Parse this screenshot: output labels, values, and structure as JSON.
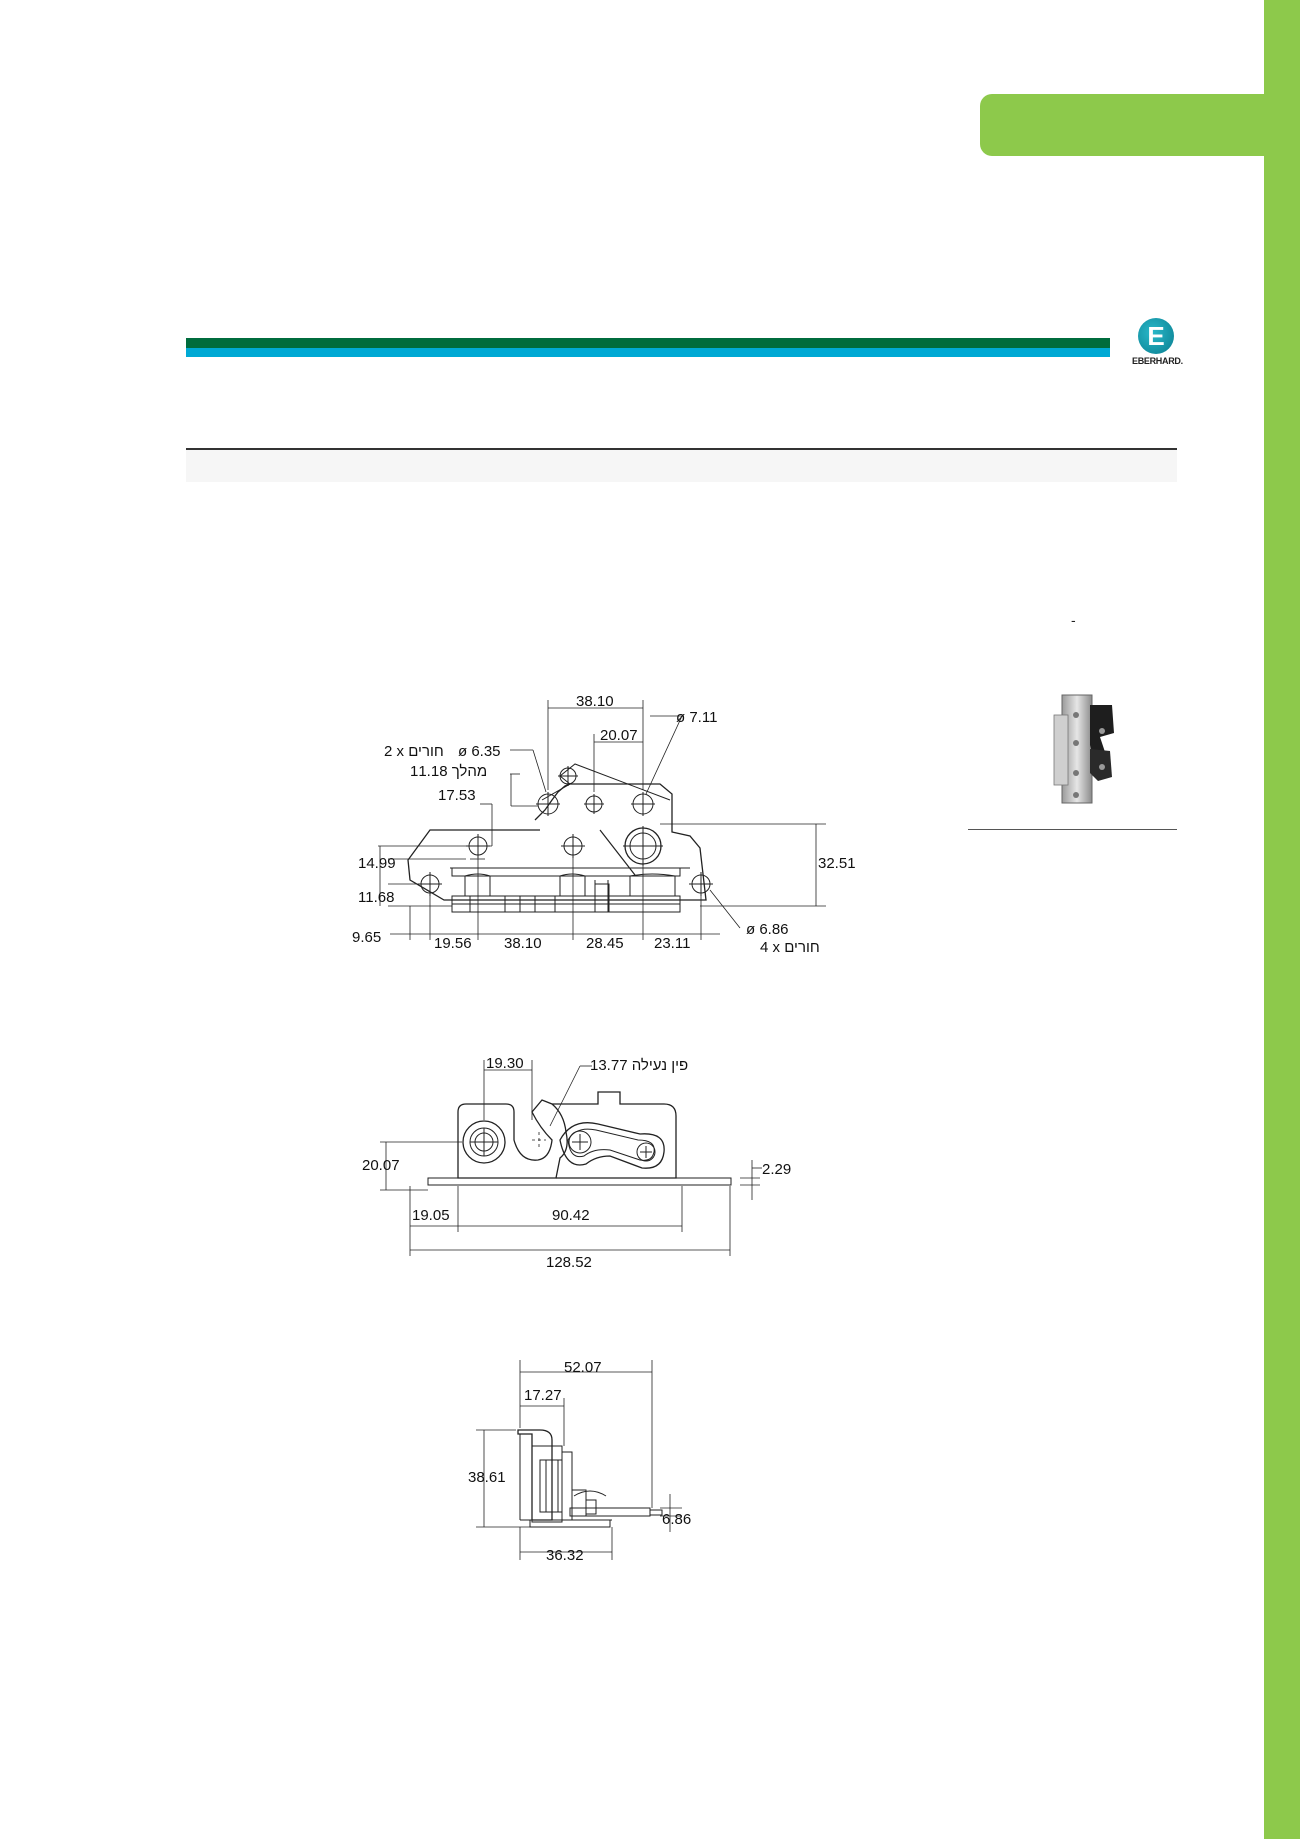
{
  "logo": {
    "letter": "E",
    "text": "EBERHARD."
  },
  "side_note": "-",
  "colors": {
    "accent_green": "#8dc94b",
    "band_dark_green": "#006c3d",
    "band_cyan": "#00a9d4"
  },
  "views": {
    "front": {
      "dims": {
        "top_span": "38.10",
        "top_sub": "20.07",
        "hole_top": "ø 7.11",
        "holes_2x_a": "ø 6.35",
        "holes_2x_b": "2 x חורים",
        "travel": "11.18 מהלך",
        "height_1": "17.53",
        "left_1": "14.99",
        "left_2": "11.68",
        "right_h": "32.51",
        "b1": "9.65",
        "b2": "19.56",
        "b3": "38.10",
        "b4": "28.45",
        "b5": "23.11",
        "holes_4x_a": "ø 6.86",
        "holes_4x_b": "4 x חורים"
      }
    },
    "side": {
      "dims": {
        "top": "19.30",
        "pin": "13.77 פין נעילה",
        "left_h": "20.07",
        "thick": "2.29",
        "b1": "19.05",
        "b2": "90.42",
        "overall": "128.52"
      }
    },
    "end": {
      "dims": {
        "top": "52.07",
        "top_sub": "17.27",
        "height": "38.61",
        "thick": "6.86",
        "bottom": "36.32"
      }
    }
  }
}
